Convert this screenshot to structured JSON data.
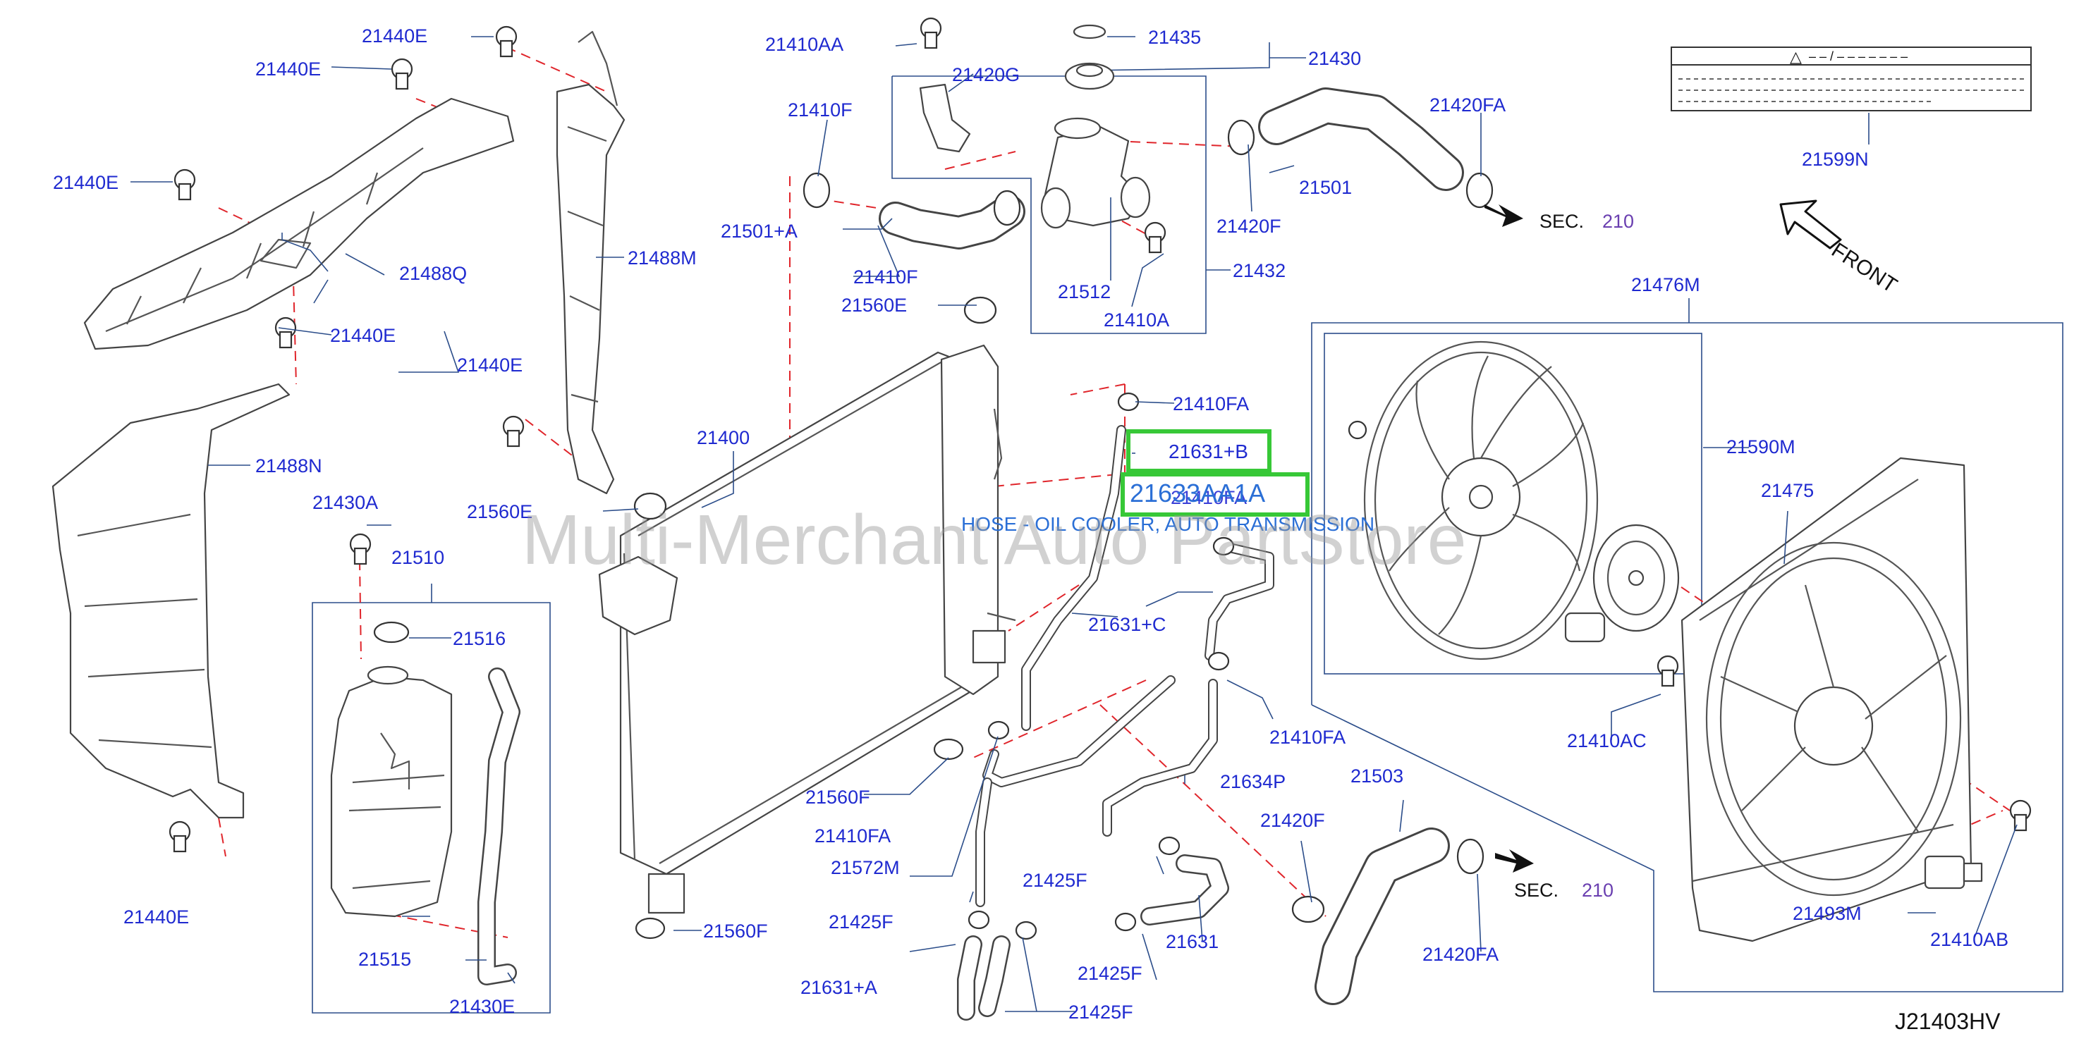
{
  "watermark": "Multi-Merchant Auto PartStore",
  "diagram_id": "J21403HV",
  "colors": {
    "label": "#1f2ad0",
    "callout": "#2b6fd6",
    "highlight": "#37c837",
    "dashed": "#e0252b",
    "leader": "#2b4d8a",
    "sec_number": "#6a3fb0"
  },
  "highlight_labels": {
    "part_a": "21631+B",
    "part_b": "21633AA1A"
  },
  "callout": "HOSE - OIL COOLER, AUTO TRANSMISSION",
  "sec_refs": [
    {
      "text": "SEC.",
      "number": "210"
    },
    {
      "text": "SEC.",
      "number": "210"
    }
  ],
  "front_label": "FRONT",
  "warning_symbol": "△",
  "warning_header": "– – / – – – – – – –",
  "labels": [
    "21440E",
    "21440E",
    "21440E",
    "21440E",
    "21440E",
    "21440E",
    "21488Q",
    "21488M",
    "21488N",
    "21430A",
    "21510",
    "21516",
    "21515",
    "21430E",
    "21560E",
    "21560E",
    "21560F",
    "21560F",
    "21400",
    "21410AA",
    "21420G",
    "21435",
    "21430",
    "21410F",
    "21501+A",
    "21410F",
    "21512",
    "21410A",
    "21432",
    "21420FA",
    "21501",
    "21420F",
    "21599N",
    "21410FA",
    "21410FA",
    "21631+C",
    "21410FA",
    "21634P",
    "21410FA",
    "21572M",
    "21425F",
    "21425F",
    "21425F",
    "21425F",
    "21631+A",
    "21631",
    "21503",
    "21420F",
    "21420FA",
    "21476M",
    "21590M",
    "21475",
    "21410AC",
    "21493M",
    "21410AB"
  ]
}
